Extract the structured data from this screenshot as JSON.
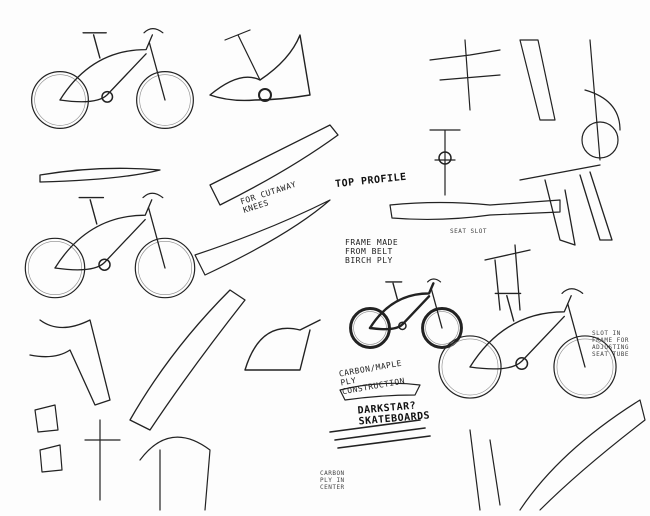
{
  "notes": {
    "cutaway": "For cutaway knees",
    "top_profile": "Top profile",
    "frame_made": "Frame made from belt birch ply",
    "seat_slot": "Seat slot",
    "slot_frame": "Slot in frame for adjusting seat tube",
    "carbon_maple": "Carbon/maple ply construction",
    "darkstar": "Darkstar? skateboards",
    "carbon_center": "Carbon ply in center"
  },
  "colors": {
    "ink": "#222222",
    "paper": "#fdfdfd",
    "shade": "#888888"
  }
}
